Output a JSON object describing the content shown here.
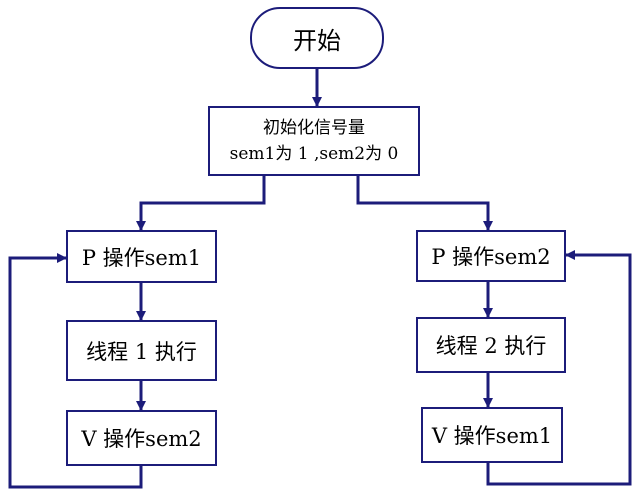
{
  "colors": {
    "line": "#1c1c7a",
    "border": "#1c1c7a",
    "fill": "#ffffff",
    "text": "#000000"
  },
  "nodes": {
    "start": "开始",
    "init_line1": "初始化信号量",
    "init_line2": "sem1为 1 ,sem2为 0",
    "left_p": "P 操作sem1",
    "left_thread": "线程 1 执行",
    "left_v": "V 操作sem2",
    "right_p": "P 操作sem2",
    "right_thread": "线程 2 执行",
    "right_v": "V 操作sem1"
  }
}
